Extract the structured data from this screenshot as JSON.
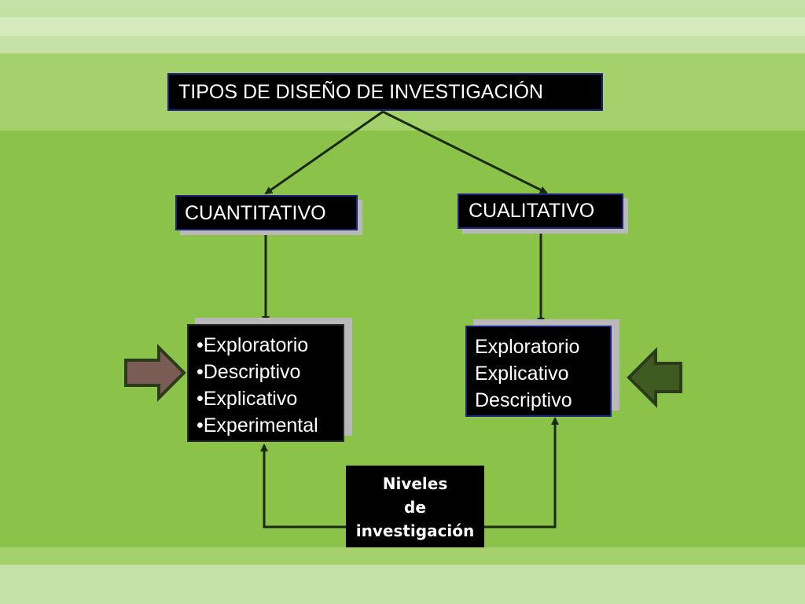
{
  "title": "TIPOS DE DISEÑO DE INVESTIGACIÓN",
  "branches": {
    "left": {
      "label": "CUANTITATIVO",
      "items": [
        "•Exploratorio",
        "•Descriptivo",
        "•Explicativo",
        "•Experimental"
      ]
    },
    "right": {
      "label": "CUALITATIVO",
      "items": [
        "Exploratorio",
        "Explicativo",
        "Descriptivo"
      ]
    }
  },
  "bottom_box": {
    "lines": [
      "Niveles",
      "de",
      "investigación"
    ]
  },
  "colors": {
    "background": "#8bc34a",
    "box_fill": "#000000",
    "box_border": "#1a237e",
    "left_block_arrow": "#7a5c55",
    "right_block_arrow": "#3e5a20"
  }
}
